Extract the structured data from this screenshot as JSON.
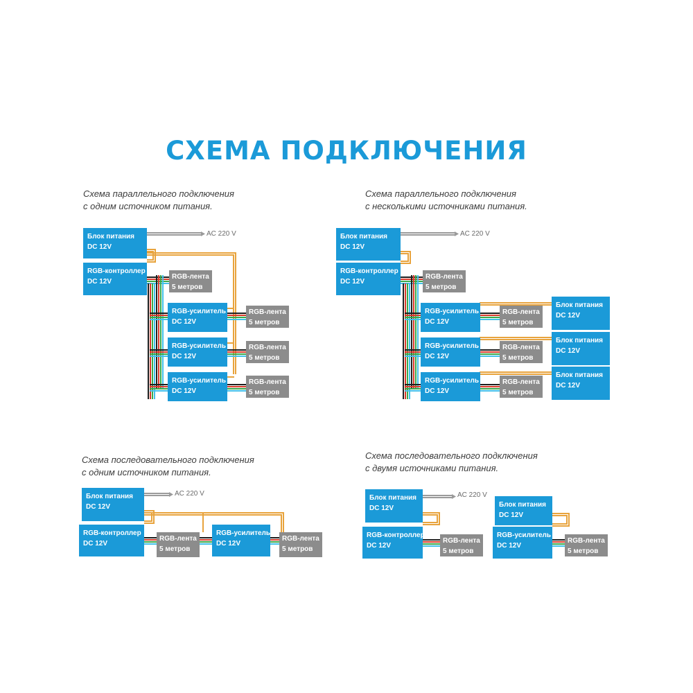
{
  "title": "СХЕМА ПОДКЛЮЧЕНИЯ",
  "colors": {
    "accent": "#1b9ad8",
    "strip_box": "#8c8c8c",
    "wire_power": "#e8a33c",
    "wire_mains": "#9a9a9a",
    "wire_black": "#1e1e1e",
    "wire_red": "#d83a2a",
    "wire_green": "#3aa84a",
    "wire_blue": "#42c0e8"
  },
  "labels": {
    "psu": [
      "Блок питания",
      "DC 12V"
    ],
    "controller": [
      "RGB-контроллер",
      "DC 12V"
    ],
    "amplifier": [
      "RGB-усилитель",
      "DC 12V"
    ],
    "strip": [
      "RGB-лента",
      "5 метров"
    ],
    "ac": "AC 220 V"
  },
  "diagrams": [
    {
      "id": "parallel-one",
      "caption": [
        "Схема параллельного подключения",
        "с одним источником питания."
      ]
    },
    {
      "id": "parallel-many",
      "caption": [
        "Схема параллельного подключения",
        "с несколькими источниками питания."
      ]
    },
    {
      "id": "serial-one",
      "caption": [
        "Схема последовательного подключения",
        "с одним источником питания."
      ]
    },
    {
      "id": "serial-two",
      "caption": [
        "Схема последовательного подключения",
        "с двумя источниками питания."
      ]
    }
  ]
}
